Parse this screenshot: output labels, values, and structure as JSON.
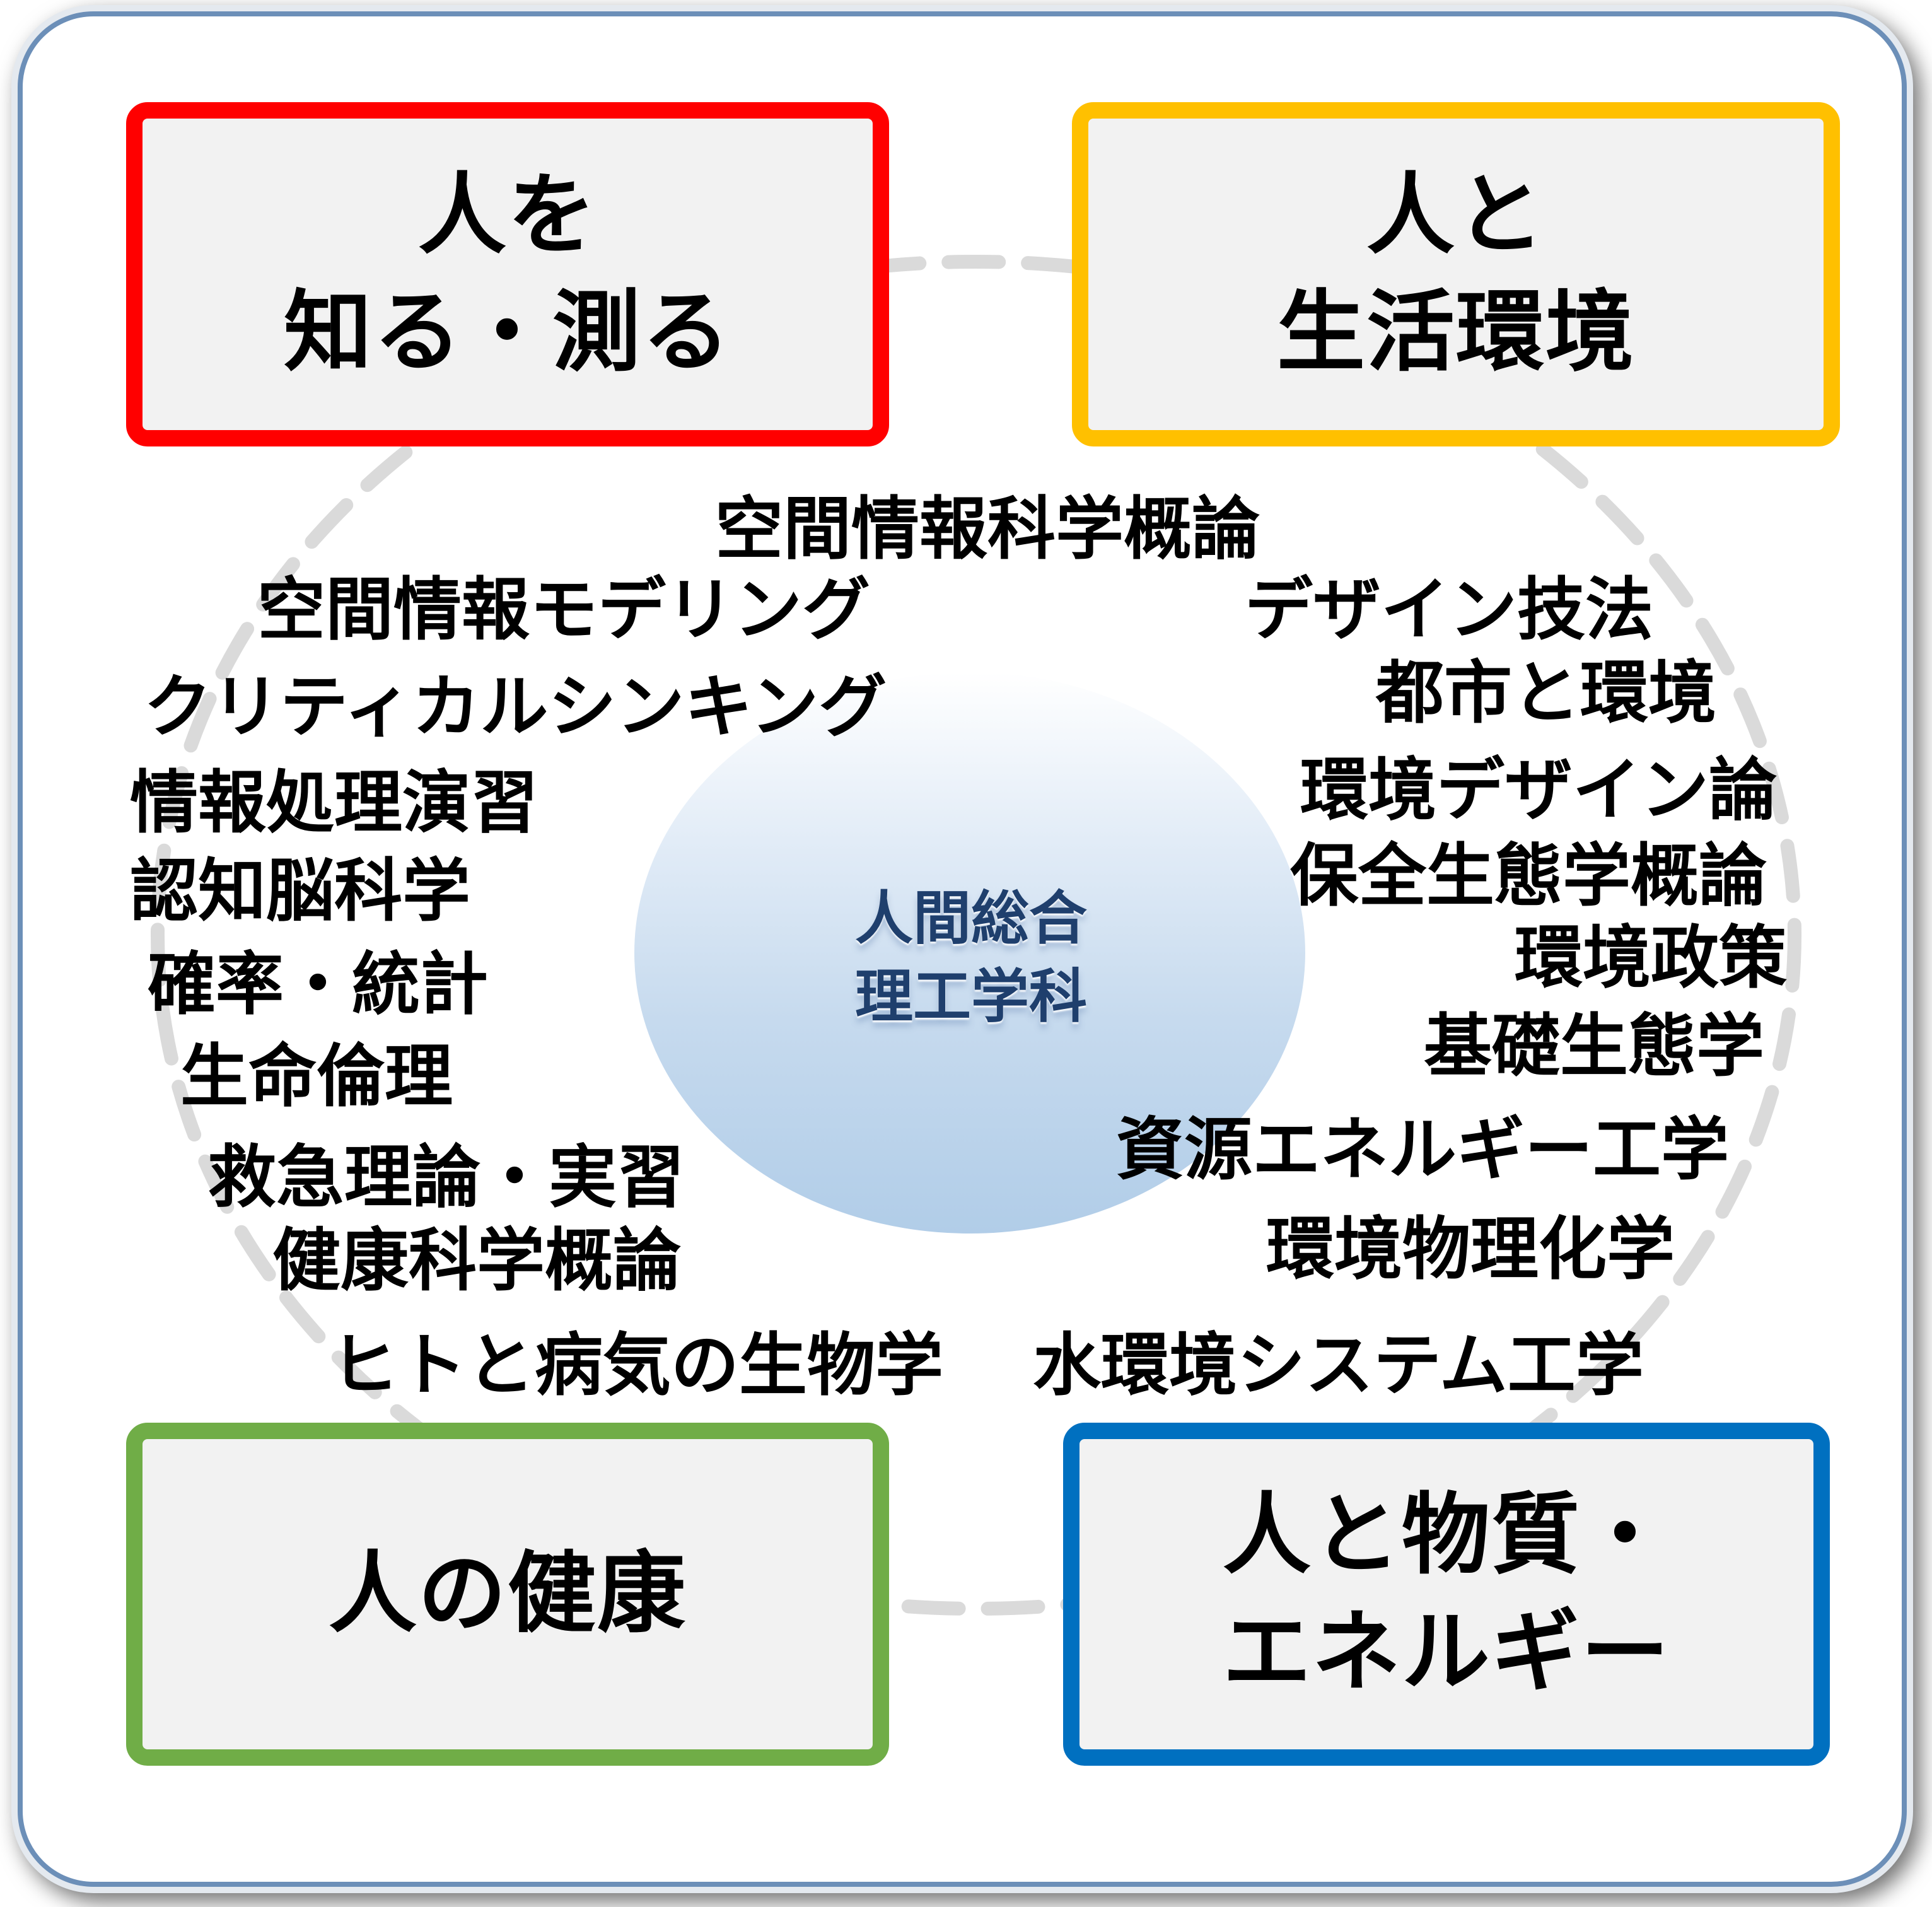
{
  "center": {
    "line1": "人間総合",
    "line2": "理工学科"
  },
  "boxes": {
    "top_left": {
      "line1": "人を",
      "line2": "知る・測る",
      "border_color": "#ff0000"
    },
    "top_right": {
      "line1": "人と",
      "line2": "生活環境",
      "border_color": "#ffc000"
    },
    "bottom_left": {
      "line1": "人の健康",
      "border_color": "#70ad47"
    },
    "bottom_right": {
      "line1": "人と物質・",
      "line2": "エネルギー",
      "border_color": "#0070c0"
    }
  },
  "topics_top": [
    "空間情報科学概論"
  ],
  "topics_left": [
    "空間情報モデリング",
    "クリティカルシンキング",
    "情報処理演習",
    "認知脳科学",
    "確率・統計",
    "生命倫理",
    "救急理論・実習",
    "健康科学概論",
    "ヒトと病気の生物学"
  ],
  "topics_right": [
    "デザイン技法",
    "都市と環境",
    "環境デザイン論",
    "保全生態学概論",
    "環境政策",
    "基礎生態学",
    "資源エネルギー工学",
    "環境物理化学",
    "水環境システム工学"
  ]
}
